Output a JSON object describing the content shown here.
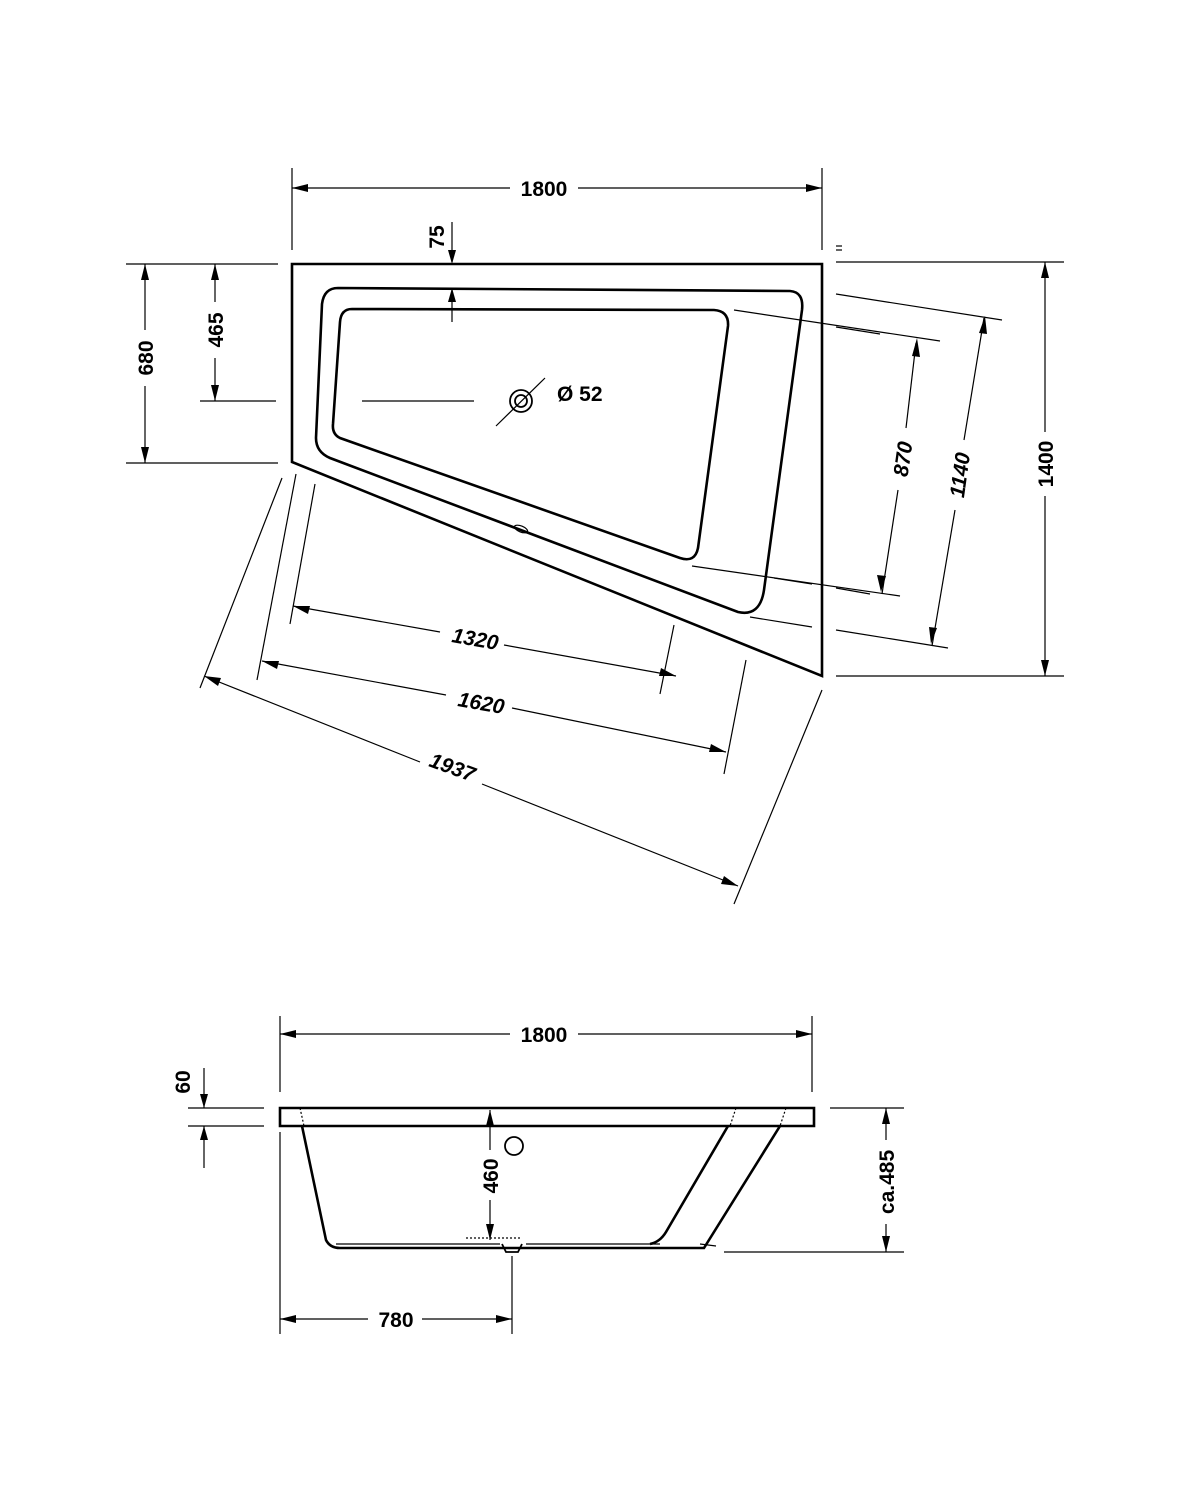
{
  "top_view": {
    "dims": {
      "width_top": "1800",
      "rim_inset": "75",
      "left_height": "680",
      "drain_offset": "465",
      "drain_diameter": "Ø 52",
      "inner_length": "1320",
      "mid_length": "1620",
      "outer_length": "1937",
      "inner_right": "870",
      "mid_right": "1140",
      "overall_depth": "1400"
    }
  },
  "side_view": {
    "dims": {
      "width_side": "1800",
      "rim_thickness": "60",
      "inner_depth": "460",
      "overall_height": "ca.485",
      "drain_position": "780"
    }
  },
  "colors": {
    "line": "#000000",
    "background": "#ffffff"
  }
}
